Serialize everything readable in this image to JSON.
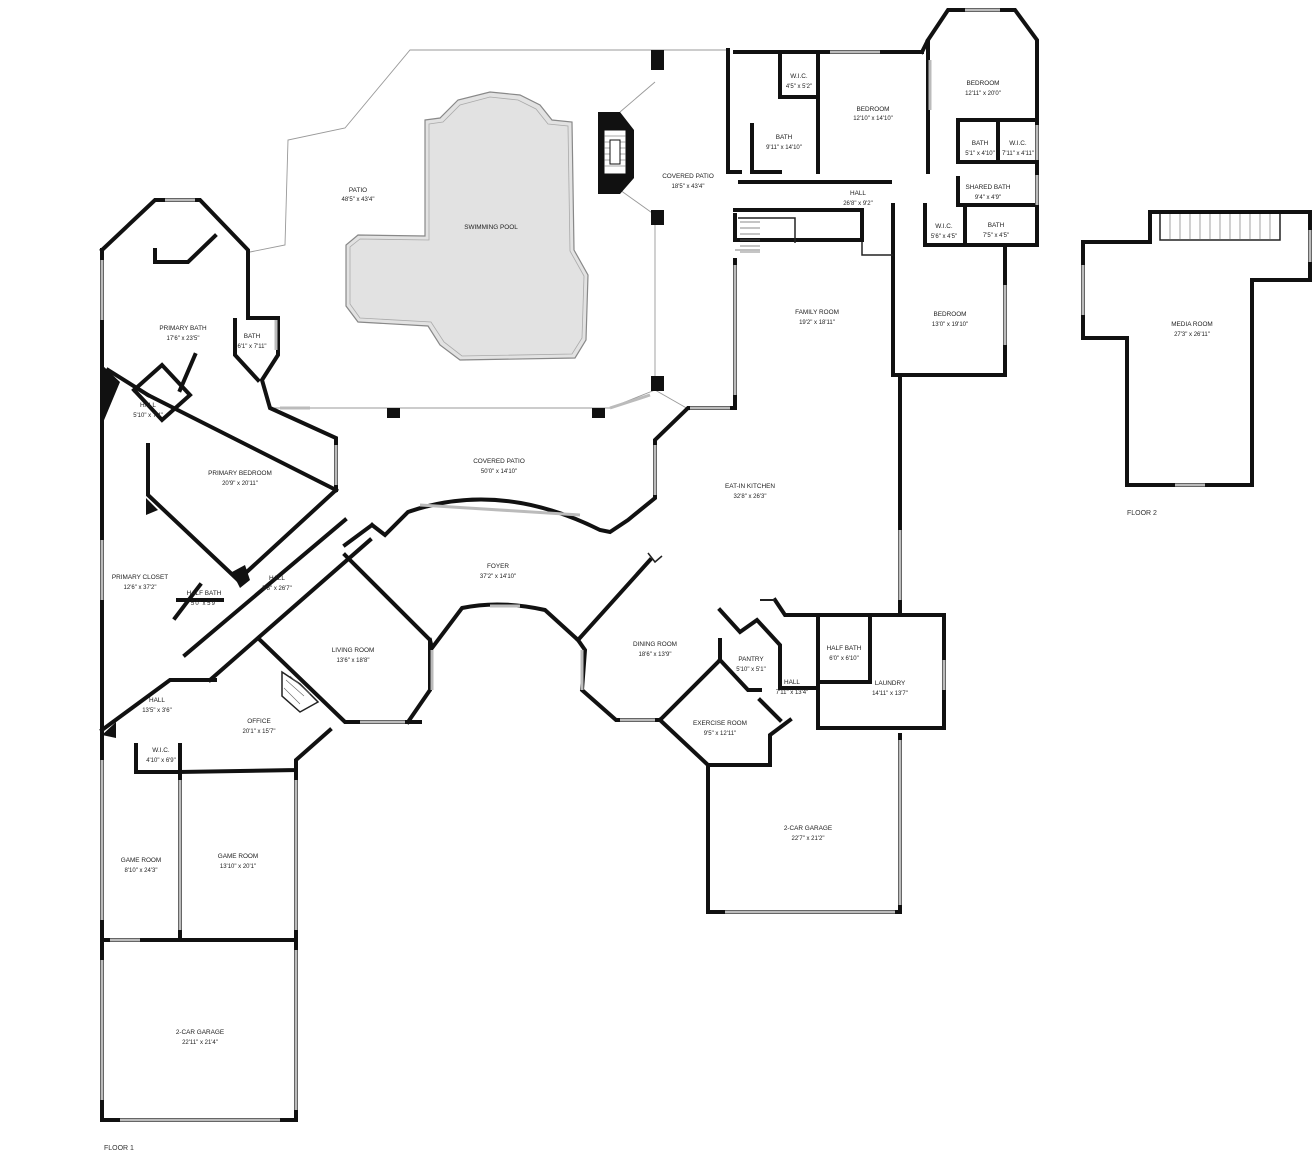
{
  "floors": [
    {
      "label": "FLOOR 1"
    },
    {
      "label": "FLOOR 2"
    }
  ],
  "rooms": [
    {
      "name": "PATIO",
      "dims": "48'5\" x 43'4\""
    },
    {
      "name": "SWIMMING POOL",
      "dims": ""
    },
    {
      "name": "COVERED PATIO",
      "dims": "18'5\" x 43'4\""
    },
    {
      "name": "W.I.C.",
      "dims": "4'5\" x 5'2\""
    },
    {
      "name": "BEDROOM",
      "dims": "12'10\" x 14'10\""
    },
    {
      "name": "BATH",
      "dims": "9'11\" x 14'10\""
    },
    {
      "name": "BEDROOM",
      "dims": "12'11\" x 20'0\""
    },
    {
      "name": "BATH",
      "dims": "5'1\" x 4'10\""
    },
    {
      "name": "W.I.C.",
      "dims": "7'11\" x 4'11\""
    },
    {
      "name": "SHARED BATH",
      "dims": "9'4\" x 4'9\""
    },
    {
      "name": "HALL",
      "dims": "26'8\" x 9'2\""
    },
    {
      "name": "W.I.C.",
      "dims": "5'6\" x 4'5\""
    },
    {
      "name": "BATH",
      "dims": "7'5\" x 4'5\""
    },
    {
      "name": "FAMILY ROOM",
      "dims": "19'2\" x 18'11\""
    },
    {
      "name": "BEDROOM",
      "dims": "13'0\" x 19'10\""
    },
    {
      "name": "PRIMARY BATH",
      "dims": "17'6\" x 23'5\""
    },
    {
      "name": "BATH",
      "dims": "6'1\" x 7'11\""
    },
    {
      "name": "HALL",
      "dims": "5'10\" x 7'4\""
    },
    {
      "name": "PRIMARY BEDROOM",
      "dims": "20'9\" x 20'11\""
    },
    {
      "name": "COVERED PATIO",
      "dims": "50'0\" x 14'10\""
    },
    {
      "name": "EAT-IN KITCHEN",
      "dims": "32'8\" x 26'3\""
    },
    {
      "name": "PRIMARY CLOSET",
      "dims": "12'6\" x 37'2\""
    },
    {
      "name": "HALF BATH",
      "dims": "5'0\" x 5'9\""
    },
    {
      "name": "HALL",
      "dims": "5'8\" x 26'7\""
    },
    {
      "name": "FOYER",
      "dims": "37'2\" x 14'10\""
    },
    {
      "name": "LIVING ROOM",
      "dims": "13'6\" x 18'8\""
    },
    {
      "name": "DINING ROOM",
      "dims": "18'6\" x 13'9\""
    },
    {
      "name": "PANTRY",
      "dims": "5'10\" x 5'1\""
    },
    {
      "name": "HALF BATH",
      "dims": "6'0\" x 6'10\""
    },
    {
      "name": "HALL",
      "dims": "7'11\" x 13'4\""
    },
    {
      "name": "LAUNDRY",
      "dims": "14'11\" x 13'7\""
    },
    {
      "name": "EXERCISE ROOM",
      "dims": "9'5\" x 12'11\""
    },
    {
      "name": "HALL",
      "dims": "13'5\" x 3'6\""
    },
    {
      "name": "OFFICE",
      "dims": "20'1\" x 15'7\""
    },
    {
      "name": "W.I.C.",
      "dims": "4'10\" x 6'9\""
    },
    {
      "name": "2-CAR GARAGE",
      "dims": "22'7\" x 21'2\""
    },
    {
      "name": "GAME ROOM",
      "dims": "8'10\" x 24'3\""
    },
    {
      "name": "GAME ROOM",
      "dims": "13'10\" x 20'1\""
    },
    {
      "name": "2-CAR GARAGE",
      "dims": "22'11\" x 21'4\""
    },
    {
      "name": "MEDIA ROOM",
      "dims": "27'3\" x 26'11\""
    }
  ]
}
